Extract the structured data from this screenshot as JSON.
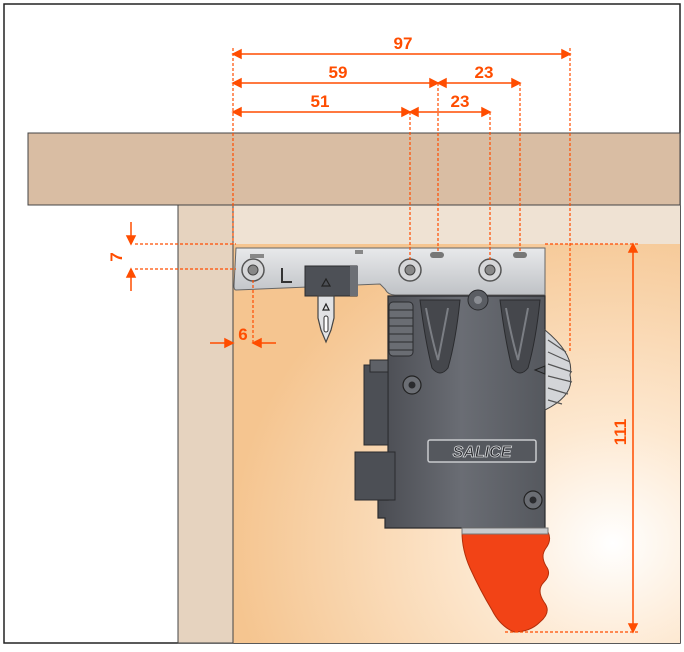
{
  "brand": {
    "logo_text": "SALICE"
  },
  "dimensions": {
    "overall": "97",
    "to_second_hole": "59",
    "to_first_hole": "51",
    "hole_spacing_upper": "23",
    "hole_spacing_lower": "23",
    "vertical_offset": "7",
    "side_offset": "6",
    "height": "111"
  },
  "colors": {
    "dimension": "#ff4d00",
    "panel_wood": "#d9bda3",
    "side_wood": "#e6d3bf",
    "interior_light": "#fff6ec",
    "interior_warm": "#f6c48c",
    "mechanism": "#5c5f66",
    "mechanism_dark": "#3a3c40",
    "plate": "#d3d5d8",
    "lever": "#f24316"
  }
}
